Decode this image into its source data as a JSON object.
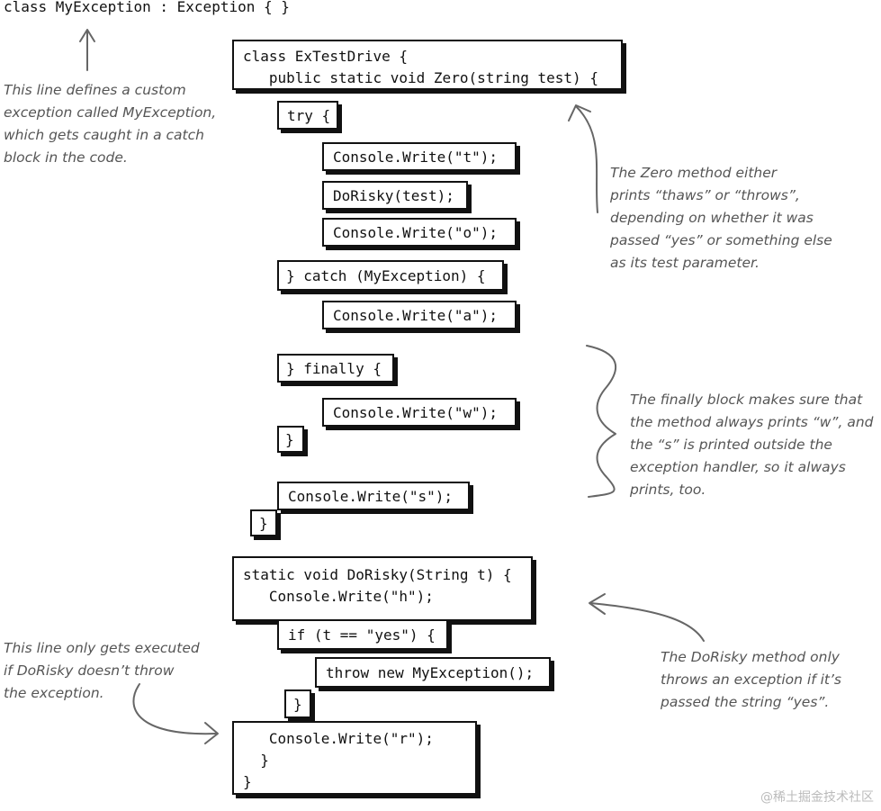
{
  "top_line": "class MyException : Exception { }",
  "code_blocks": {
    "class_header": [
      "class ExTestDrive {",
      "   public static void Zero(string test) {"
    ],
    "try_open": "try {",
    "write_t": "Console.Write(\"t\");",
    "dorisky_call": "DoRisky(test);",
    "write_o": "Console.Write(\"o\");",
    "catch_line": "} catch (MyException) {",
    "write_a": "Console.Write(\"a\");",
    "finally_line": "} finally {",
    "write_w": "Console.Write(\"w\");",
    "close_finally": "}",
    "write_s": "Console.Write(\"s\");",
    "close_zero": "}",
    "dorisky_header": [
      "static void DoRisky(String t) {",
      "   Console.Write(\"h\");"
    ],
    "if_line": "if (t == \"yes\") {",
    "throw_line": "throw new MyException();",
    "close_if": "}",
    "final_block": [
      "   Console.Write(\"r\");",
      "  }",
      "}"
    ]
  },
  "annotations": {
    "myexception_note": [
      "This line defines a custom",
      "exception called MyException,",
      "which gets caught in a catch",
      "block in the code."
    ],
    "zero_note": [
      "The Zero method either",
      "prints “thaws” or “throws”,",
      "depending on whether it was",
      "passed “yes” or something else",
      "as its test parameter."
    ],
    "finally_note": [
      "The finally block makes sure that",
      "the method always prints “w”, and",
      "the “s” is printed outside the",
      "exception handler, so it always",
      "prints, too."
    ],
    "executed_note": [
      "This line only gets executed",
      "if DoRisky doesn’t throw",
      "the exception."
    ],
    "dorisky_note": [
      "The DoRisky method only",
      "throws an exception if it’s",
      "passed the string “yes”."
    ]
  },
  "watermark": "@稀土掘金技术社区"
}
